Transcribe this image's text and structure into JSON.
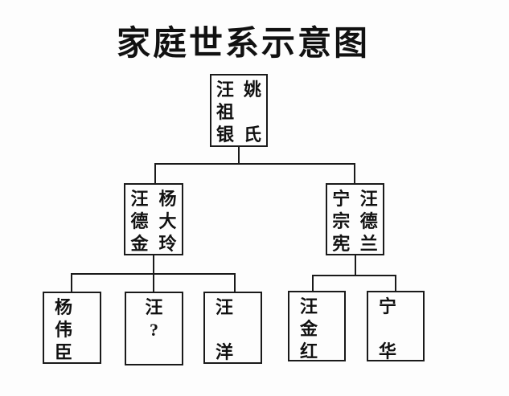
{
  "title": "家庭世系示意图",
  "diagram": {
    "boxes": [
      {
        "name": "ancestor-couple",
        "grid": [
          [
            "汪",
            "姚"
          ],
          [
            "祖",
            ""
          ],
          [
            "银",
            "氏"
          ]
        ]
      },
      {
        "name": "left-couple",
        "grid": [
          [
            "汪",
            "杨"
          ],
          [
            "德",
            "大"
          ],
          [
            "金",
            "玲"
          ]
        ]
      },
      {
        "name": "right-couple",
        "grid": [
          [
            "宁",
            "汪"
          ],
          [
            "宗",
            "德"
          ],
          [
            "宪",
            "兰"
          ]
        ]
      },
      {
        "name": "child-1",
        "chars": [
          "杨",
          "伟",
          "臣"
        ]
      },
      {
        "name": "child-2",
        "chars": [
          "汪",
          "?",
          ""
        ]
      },
      {
        "name": "child-3",
        "chars": [
          "汪",
          "",
          "洋"
        ]
      },
      {
        "name": "child-4",
        "chars": [
          "汪",
          "金",
          "红"
        ]
      },
      {
        "name": "child-5",
        "chars": [
          "宁",
          "",
          "华"
        ]
      }
    ],
    "line_color": "#1a1a1a",
    "background_color": "#fdfdfd"
  }
}
